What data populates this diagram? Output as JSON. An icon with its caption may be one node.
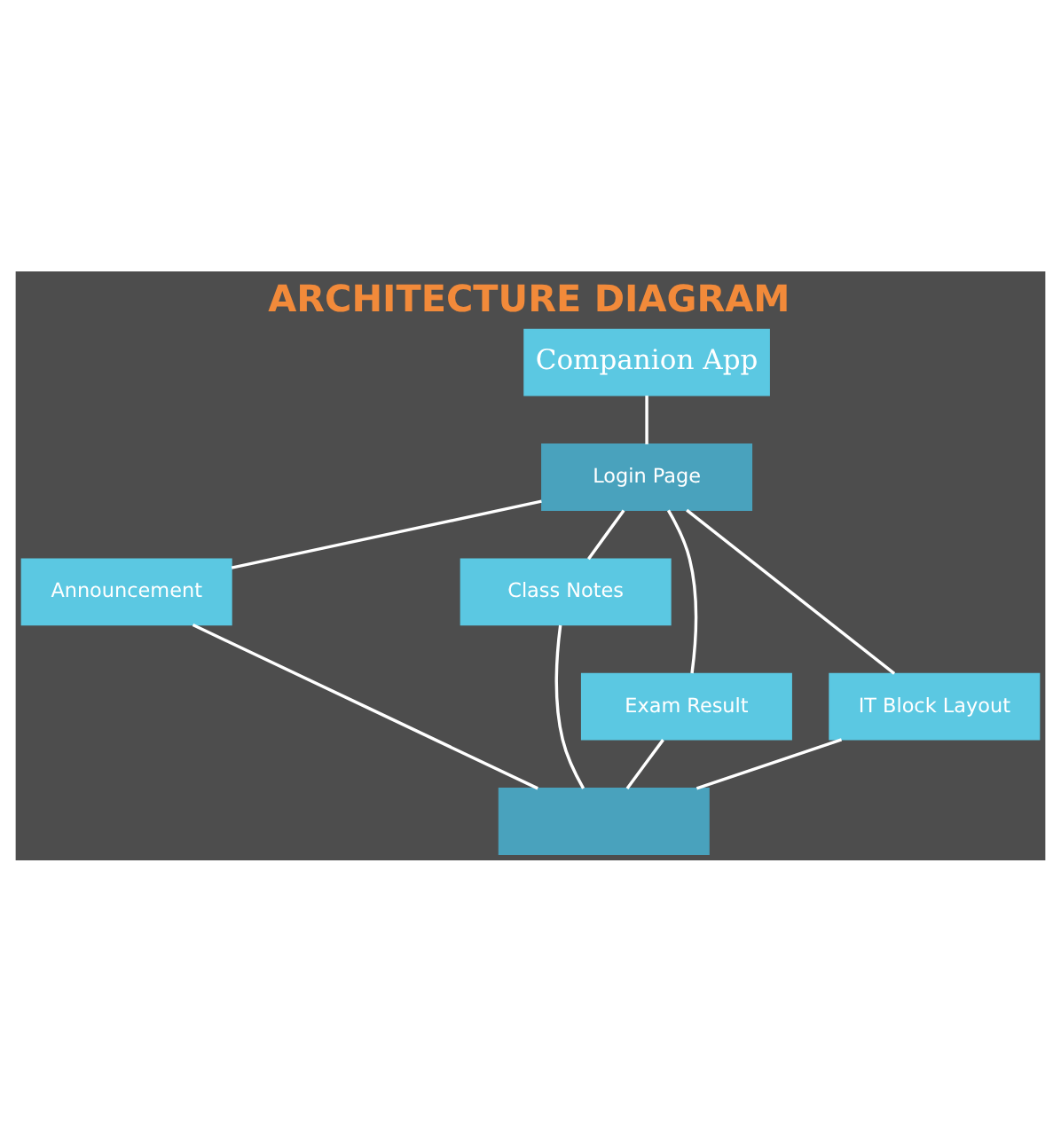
{
  "diagram": {
    "title": "ARCHITECTURE DIAGRAM",
    "nodes": [
      {
        "text": [
          "Companion App"
        ]
      },
      {
        "text": [
          "Login Page"
        ]
      },
      {
        "text": [
          "Announcement"
        ]
      },
      {
        "text": [
          "Class Notes"
        ]
      },
      {
        "text": [
          "Exam Result"
        ]
      },
      {
        "text": [
          "IT Block Layout"
        ]
      },
      {
        "text": [],
        "shape": "box"
      }
    ],
    "edges": [
      {
        "from": 0,
        "to": 1,
        "arrow": "none"
      },
      {
        "from": 1,
        "to": 2,
        "arrow": "none"
      },
      {
        "from": 1,
        "to": 4,
        "arrow": "none"
      },
      {
        "from": 1,
        "to": 5,
        "arrow": "none"
      },
      {
        "from": 1,
        "to": 3,
        "arrow": "none"
      },
      {
        "from": 2,
        "to": 6,
        "arrow": "none"
      },
      {
        "from": 4,
        "to": 6,
        "arrow": "none"
      },
      {
        "from": 5,
        "to": 6,
        "arrow": "none"
      },
      {
        "from": 3,
        "to": 6,
        "arrow": "none"
      }
    ]
  }
}
